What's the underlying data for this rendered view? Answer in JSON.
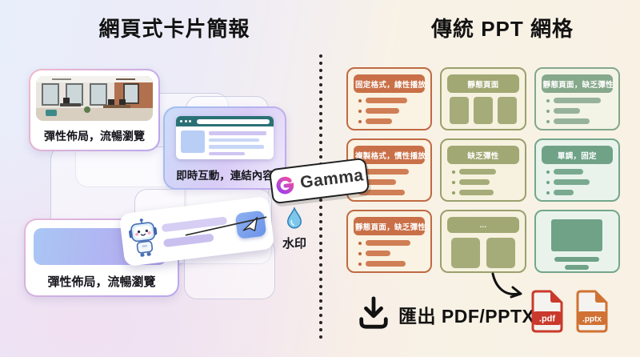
{
  "left_panel": {
    "title": "網頁式卡片簡報",
    "photo_card": {
      "caption": "彈性佈局，流暢瀏覽"
    },
    "browser_card": {
      "caption": "即時互動，連結內容"
    },
    "layout_card": {
      "caption": "彈性佈局，流暢瀏覽"
    },
    "gamma_badge": {
      "label": "Gamma"
    },
    "watermark": {
      "label": "水印"
    }
  },
  "right_panel": {
    "title": "傳統 PPT 網格",
    "grid_cards": [
      {
        "style": "orange",
        "type": "bullets",
        "header": "固定格式，線性播放",
        "bars": [
          66,
          54,
          42
        ]
      },
      {
        "style": "olive",
        "type": "blocks3",
        "header": "靜態頁面"
      },
      {
        "style": "sage",
        "type": "bullets",
        "header": "靜態頁面，缺乏彈性",
        "bars": [
          76,
          42,
          58
        ]
      },
      {
        "style": "orange",
        "type": "bars",
        "header": "複製格式，慣性播放",
        "bars": [
          80,
          60,
          74
        ]
      },
      {
        "style": "olive",
        "type": "bullets",
        "header": "缺乏彈性",
        "bars": [
          58,
          48,
          55
        ]
      },
      {
        "style": "teal",
        "type": "bullets",
        "header": "單調，固定",
        "bars": [
          48,
          58,
          32
        ]
      },
      {
        "style": "orange",
        "type": "bullets",
        "header": "靜態頁面，缺乏彈性",
        "bars": [
          72,
          40,
          64
        ]
      },
      {
        "style": "olive",
        "type": "blocks2",
        "header": "..."
      },
      {
        "style": "teal",
        "type": "monitor",
        "header": ""
      }
    ],
    "export": {
      "label": "匯出 PDF/PPTX",
      "files": [
        {
          "ext": ".pdf"
        },
        {
          "ext": ".pptx"
        }
      ]
    }
  },
  "colors": {
    "orange_accent": "#c97048",
    "olive_accent": "#a2a873",
    "sage_accent": "#86a88b",
    "teal_accent": "#6fa287",
    "pdf_red": "#c93a2c",
    "pptx_orange": "#d07233",
    "gamma_gradient_start": "#9b3df2",
    "gamma_gradient_end": "#f1509e",
    "card_border_gradient": "#b9a6f0",
    "divider": "#262626"
  }
}
